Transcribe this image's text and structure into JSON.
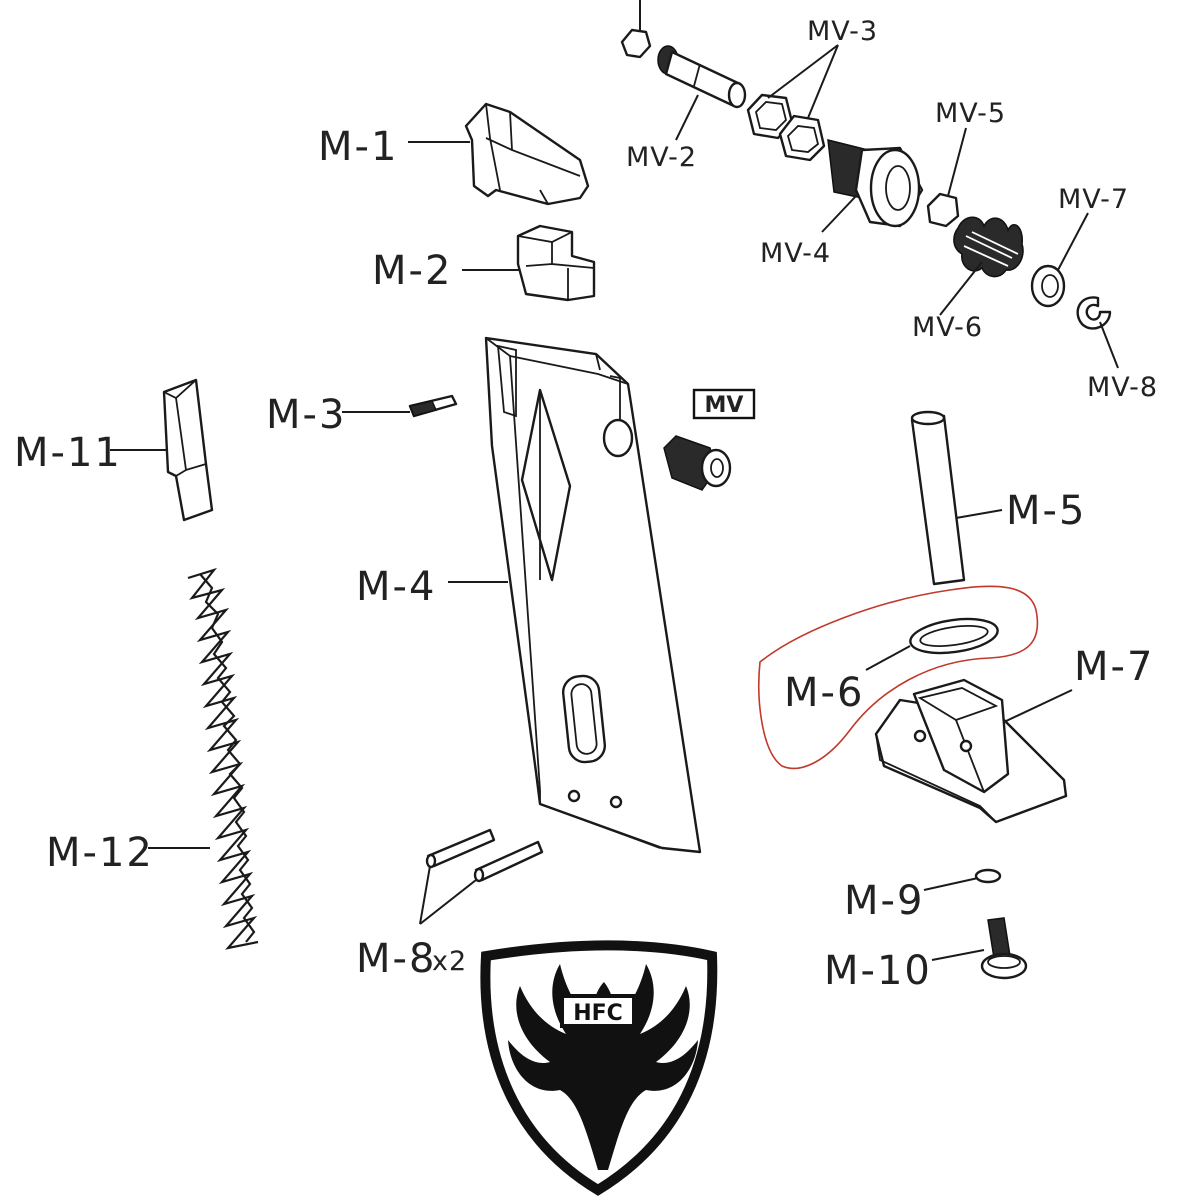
{
  "labels": {
    "m1": "M-1",
    "m2": "M-2",
    "m3": "M-3",
    "m4": "M-4",
    "m5": "M-5",
    "m6": "M-6",
    "m7": "M-7",
    "m8": "M-8",
    "m8_qty": "x2",
    "m9": "M-9",
    "m10": "M-10",
    "m11": "M-11",
    "m12": "M-12",
    "mv2": "MV-2",
    "mv3": "MV-3",
    "mv4": "MV-4",
    "mv5": "MV-5",
    "mv6": "MV-6",
    "mv7": "MV-7",
    "mv8": "MV-8"
  },
  "mv_box": "MV",
  "logo": {
    "text": "HFC"
  },
  "colors": {
    "ink": "#1a1a1a",
    "highlight": "#c0392b",
    "background": "#ffffff"
  }
}
